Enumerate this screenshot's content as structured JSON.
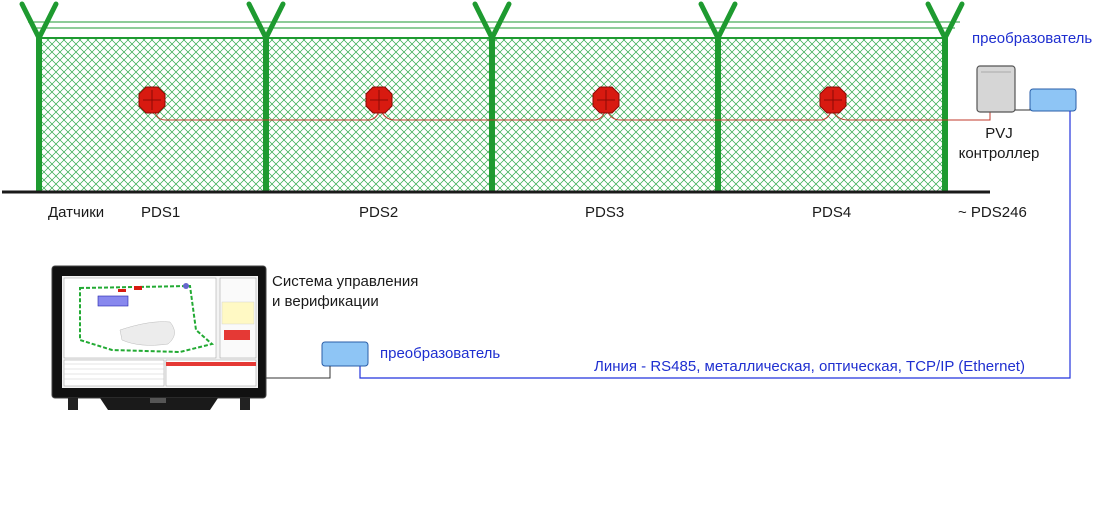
{
  "labels": {
    "sensors": "Датчики",
    "pds1": "PDS1",
    "pds2": "PDS2",
    "pds3": "PDS3",
    "pds4": "PDS4",
    "pds246": "~ PDS246",
    "converter_top": "преобразователь",
    "controller_line1": "PVJ",
    "controller_line2": "контроллер",
    "system_line1": "Система управления",
    "system_line2": "и верификации",
    "converter_bottom": "преобразователь",
    "line_desc": "Линия - RS485, металлическая, оптическая, TCP/IP (Ethernet)"
  },
  "colors": {
    "fence_post": "#1e9a30",
    "fence_mesh": "#2ea84a",
    "sensor": "#d81a10",
    "sensor_cable": "#c0392b",
    "converter_fill": "#8ec5f5",
    "line_color": "#2233dd",
    "ground": "#1a1a1a"
  },
  "icons": {
    "sensor": "octagon-sensor-icon",
    "controller": "controller-box-icon",
    "converter": "converter-box-icon",
    "monitor": "monitor-icon"
  }
}
